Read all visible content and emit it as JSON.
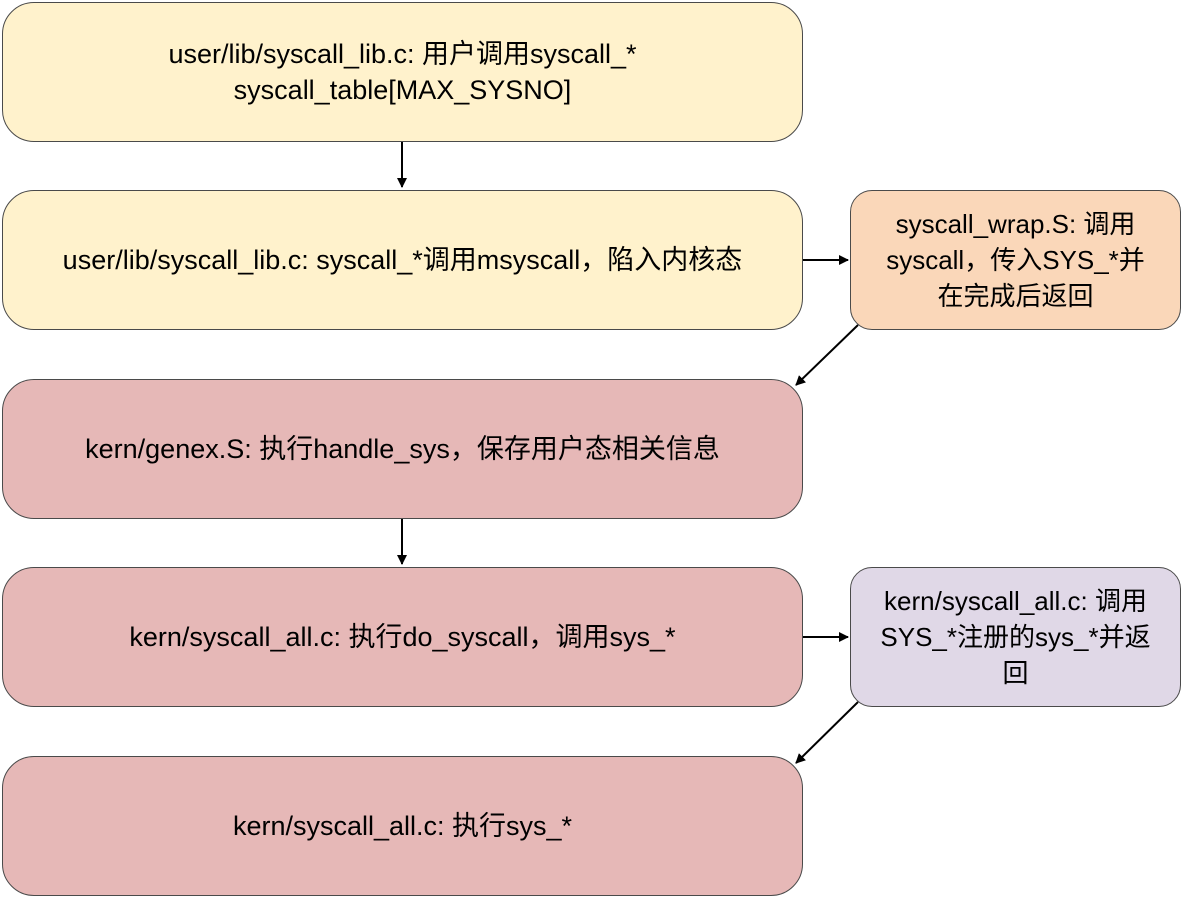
{
  "colors": {
    "user_fill": "#fff2cc",
    "wrap_fill": "#fad7b9",
    "kernel_fill": "#e6b8b7",
    "syscall_all_fill": "#e0d8e7",
    "stroke": "#4a4a4a",
    "arrow": "#000000"
  },
  "nodes": {
    "user_call": {
      "lines": [
        "user/lib/syscall_lib.c: 用户调用syscall_*",
        "syscall_table[MAX_SYSNO]"
      ]
    },
    "msyscall": {
      "lines": [
        "user/lib/syscall_lib.c: syscall_*调用msyscall，陷入内核态"
      ]
    },
    "syscall_wrap": {
      "lines": [
        "syscall_wrap.S: 调用",
        "syscall，传入SYS_*并",
        "在完成后返回"
      ]
    },
    "handle_sys": {
      "lines": [
        "kern/genex.S: 执行handle_sys，保存用户态相关信息"
      ]
    },
    "do_syscall": {
      "lines": [
        "kern/syscall_all.c: 执行do_syscall，调用sys_*"
      ]
    },
    "sys_register": {
      "lines": [
        "kern/syscall_all.c: 调用",
        "SYS_*注册的sys_*并返",
        "回"
      ]
    },
    "exec_sys": {
      "lines": [
        "kern/syscall_all.c: 执行sys_*"
      ]
    }
  }
}
